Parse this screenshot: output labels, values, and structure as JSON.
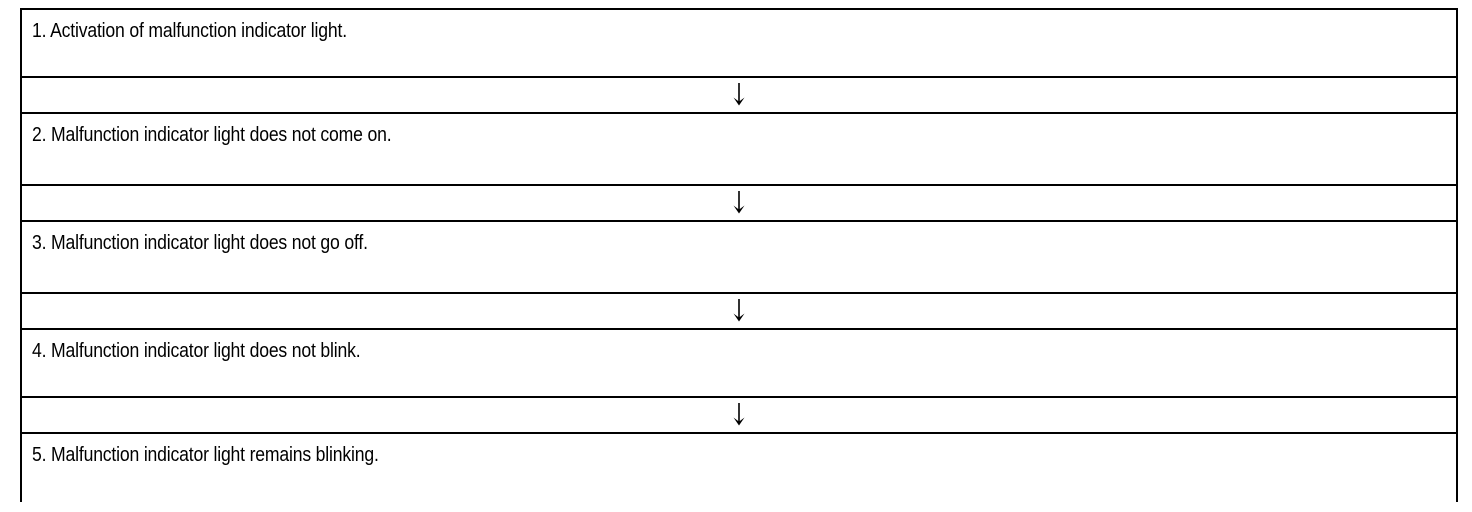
{
  "diagram": {
    "type": "vertical-sequence-flowchart",
    "orientation": "top-to-bottom",
    "border_color": "#000000",
    "background_color": "#ffffff",
    "text_color": "#000000",
    "connector_icon": "down-arrow-icon",
    "connector_glyph": "↓",
    "steps": [
      {
        "number": "1.",
        "text": "1. Activation of malfunction indicator light."
      },
      {
        "number": "2.",
        "text": "2. Malfunction indicator light does not come on."
      },
      {
        "number": "3.",
        "text": "3. Malfunction indicator light does not go off."
      },
      {
        "number": "4.",
        "text": "4. Malfunction indicator light does not blink."
      },
      {
        "number": "5.",
        "text": "5. Malfunction indicator light remains blinking."
      }
    ]
  }
}
